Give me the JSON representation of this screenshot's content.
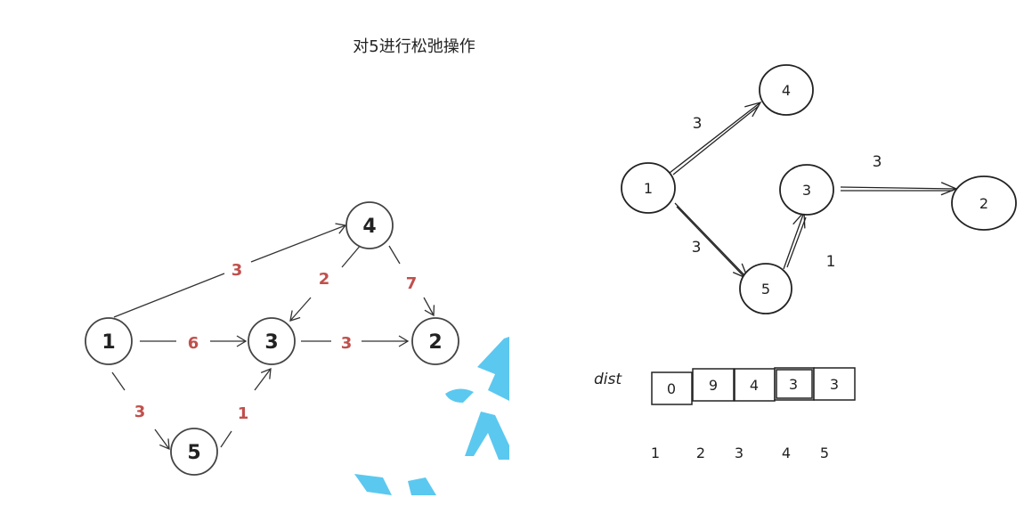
{
  "title": "对5进行松弛操作",
  "left_graph": {
    "nodes": [
      "1",
      "2",
      "3",
      "4",
      "5"
    ],
    "edge_weights": {
      "1_4": "3",
      "4_3": "2",
      "4_2": "7",
      "1_3": "6",
      "3_2": "3",
      "1_5": "3",
      "5_3": "1"
    }
  },
  "right_graph": {
    "nodes": [
      "1",
      "2",
      "3",
      "4",
      "5"
    ],
    "edge_weights": {
      "1_4": "3",
      "3_2": "3",
      "1_5": "3",
      "5_3": "1"
    }
  },
  "dist": {
    "label": "dist",
    "values": [
      "0",
      "9",
      "4",
      "3",
      "3"
    ],
    "indices": [
      "1",
      "2",
      "3",
      "4",
      "5"
    ]
  },
  "colors": {
    "edge_weight": "#c0504d",
    "watermark": "#5bc8f0",
    "ink": "#222222"
  }
}
